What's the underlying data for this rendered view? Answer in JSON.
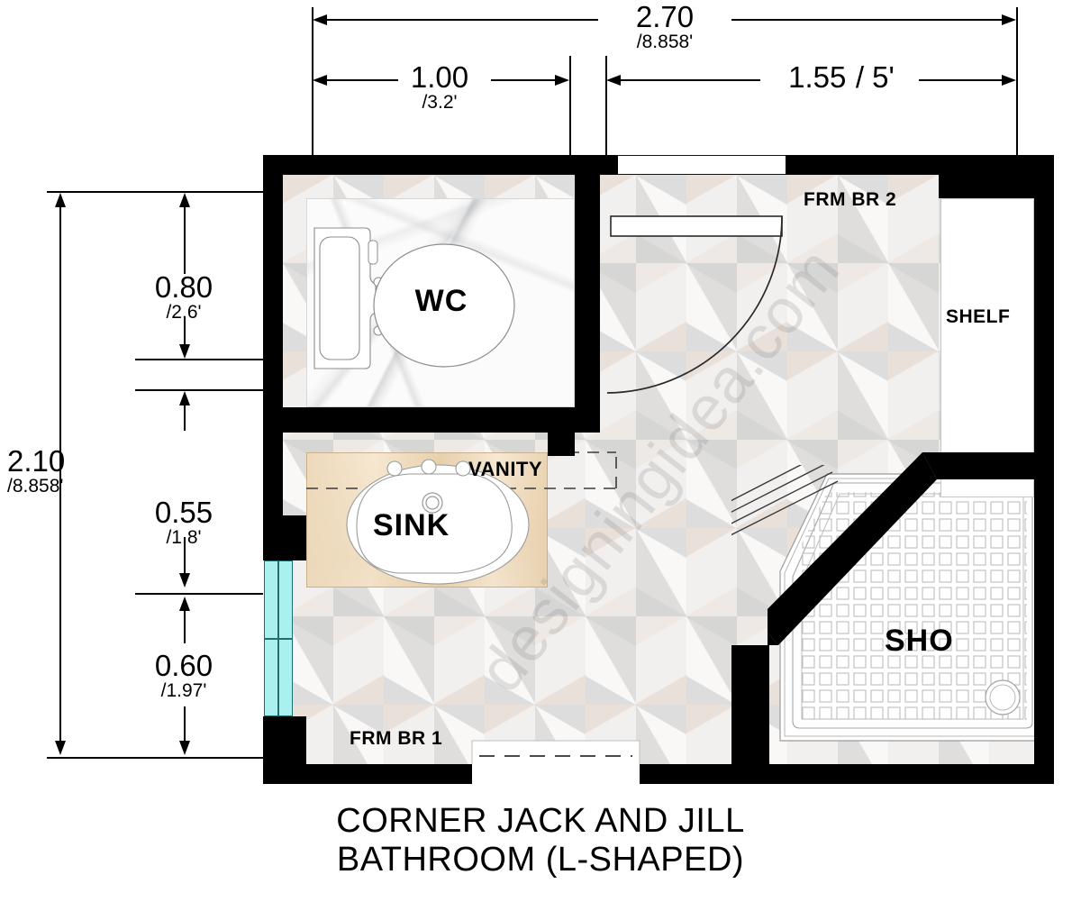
{
  "title": {
    "line1": "CORNER JACK AND JILL",
    "line2": "BATHROOM (L-SHAPED)"
  },
  "watermark": "designingidea.com",
  "dimensions": {
    "top_overall": {
      "metric": "2.70",
      "imperial": "/8.858'"
    },
    "top_left": {
      "metric": "1.00",
      "imperial": "/3.2'"
    },
    "top_right": {
      "metric": "1.55",
      "imperial": "/ 5'"
    },
    "left_overall": {
      "metric": "2.10",
      "imperial": "/8.858'"
    },
    "left_top": {
      "metric": "0.80",
      "imperial": "/2.6'"
    },
    "left_mid": {
      "metric": "0.55",
      "imperial": "/1.8'"
    },
    "left_bottom": {
      "metric": "0.60",
      "imperial": "/1.97'"
    }
  },
  "rooms": {
    "wc": "WC",
    "sink": "SINK",
    "vanity": "VANITY",
    "shower": "SHO",
    "shelf": "SHELF",
    "door_br1": "FRM BR 1",
    "door_br2": "FRM BR 2"
  },
  "colors": {
    "wall": "#000000",
    "window_glass": "#A9F0F0",
    "vanity_counter": "#F2DFC3",
    "floor_base": "#F2F0EE",
    "line": "#555555",
    "text": "#000000"
  }
}
